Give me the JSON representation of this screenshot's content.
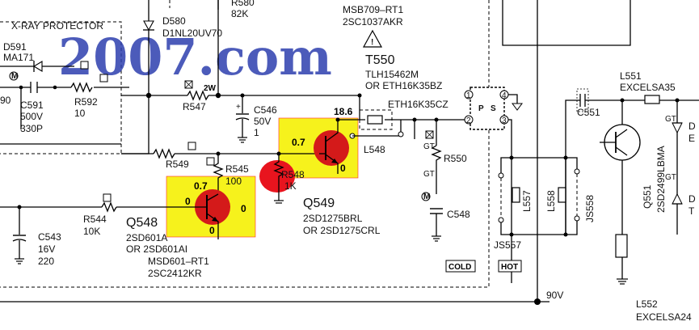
{
  "watermark": "2007.com",
  "protector": {
    "title": "X-RAY PROTECTOR"
  },
  "components": {
    "d591": {
      "ref": "D591",
      "part": "MA171"
    },
    "c591": {
      "ref": "C591",
      "v": "500V",
      "val": "330P"
    },
    "r592": {
      "ref": "R592",
      "val": "10"
    },
    "d580": {
      "ref": "D580",
      "part": "D1NL20UV70"
    },
    "r580": {
      "ref": "R580",
      "val": "82K"
    },
    "r547": {
      "ref": "R547",
      "rating": "2W"
    },
    "c546": {
      "ref": "C546",
      "v": "50V",
      "val": "1"
    },
    "r549": {
      "ref": "R549"
    },
    "r545": {
      "ref": "R545",
      "val": "100"
    },
    "r548": {
      "ref": "R548",
      "val": "1K"
    },
    "r544": {
      "ref": "R544",
      "val": "10K"
    },
    "c543": {
      "ref": "C543",
      "v": "16V",
      "val": "220"
    },
    "q548": {
      "ref": "Q548",
      "p1": "2SD601A",
      "p2": "OR  2SD601AI",
      "p3": "MSD601–RT1",
      "p4": "2SC2412KR"
    },
    "q549": {
      "ref": "Q549",
      "p1": "2SD1275BRL",
      "p2": "OR  2SD1275CRL"
    },
    "t550": {
      "ref": "T550",
      "p1": "TLH15462M",
      "p2": "OR  ETH16K35BZ",
      "p3": "ETH16K35CZ",
      "top1": "MSB709–RT1",
      "top2": "2SC1037AKR"
    },
    "l548": {
      "ref": "L548"
    },
    "r550": {
      "ref": "R550"
    },
    "c548": {
      "ref": "C548"
    },
    "l557": {
      "ref": "L557"
    },
    "l558": {
      "ref": "L558"
    },
    "js558": {
      "ref": "JS558"
    },
    "js557": {
      "ref": "JS557"
    },
    "c551": {
      "ref": "C551"
    },
    "l551": {
      "ref": "L551",
      "part": "EXCELSA35"
    },
    "q551": {
      "ref": "Q551",
      "part": "2SD2499LBMA"
    },
    "l552": {
      "ref": "L552",
      "part": "EXCELSA24"
    }
  },
  "voltages": {
    "q549_b": "0.7",
    "q549_c": "18.6",
    "q549_e": "0",
    "q548_b": "0.7",
    "q548_in": "0",
    "q548_e": "0",
    "q548_e2": "0"
  },
  "labels": {
    "cold": "COLD",
    "hot": "HOT",
    "supply": "90V",
    "gt": "GT",
    "pin1": "1",
    "pin2": "2",
    "pin3": "3",
    "pin4": "4",
    "p": "P",
    "s": "S",
    "trunc_90": "90",
    "d_a": "D",
    "d_b": "D",
    "e_trunc": "E",
    "t_trunc": "T"
  },
  "colors": {
    "highlight_yellow": "#f6f21c",
    "highlight_red": "#e8141e",
    "watermark_blue": "#2d3fae"
  }
}
